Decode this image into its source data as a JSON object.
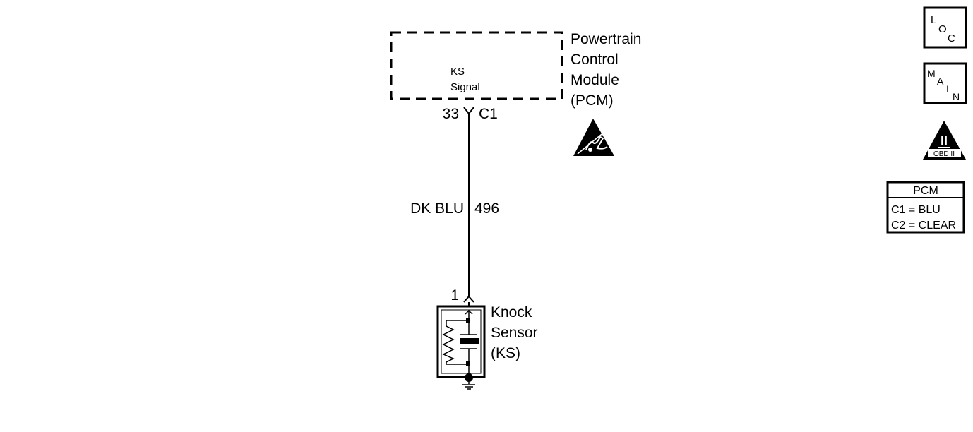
{
  "pcm": {
    "name_lines": [
      "Powertrain",
      "Control",
      "Module",
      "(PCM)"
    ],
    "signal_lines": [
      "KS",
      "Signal"
    ]
  },
  "pcm_connector": {
    "pin": "33",
    "connector": "C1"
  },
  "wire": {
    "color": "DK BLU",
    "circuit": "496"
  },
  "sensor": {
    "pin": "1",
    "name_lines": [
      "Knock",
      "Sensor",
      "(KS)"
    ]
  },
  "legend": {
    "loc": [
      "L",
      "O",
      "C"
    ],
    "main": [
      "M",
      "A",
      "I",
      "N"
    ],
    "obd": {
      "numeral": "II",
      "label": "OBD II"
    },
    "pcm_table": {
      "title": "PCM",
      "rows": [
        "C1 = BLU",
        "C2 = CLEAR"
      ]
    }
  }
}
